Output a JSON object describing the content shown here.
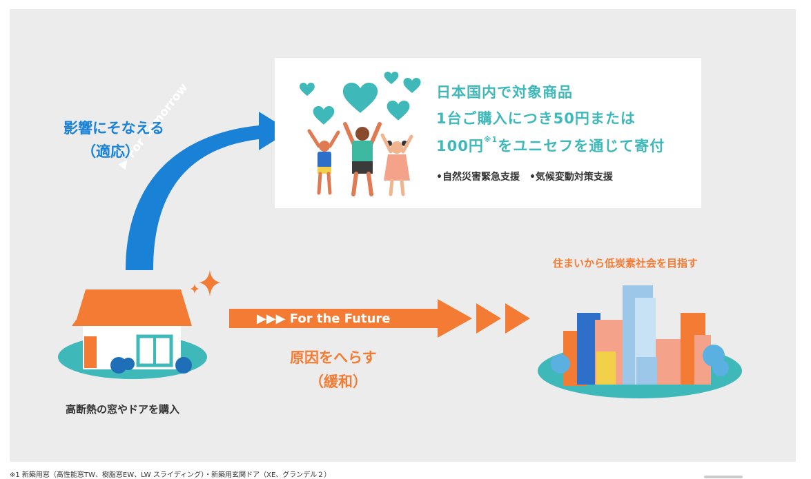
{
  "adaptation": {
    "line1": "影響にそなえる",
    "line2": "（適応）"
  },
  "tomorrow_label": "▶ For Tomorrow",
  "message": {
    "line1": "日本国内で対象商品",
    "line2": "1台ご購入につき50円または",
    "line3_pre": "100円",
    "line3_sup": "※1",
    "line3_post": "をユニセフを通じて寄付",
    "bullets": "•自然災害緊急支援　•気候変動対策支援"
  },
  "future_label": "▶▶▶ For the Future",
  "mitigation": {
    "line1": "原因をへらす",
    "line2": "（緩和）"
  },
  "purchase_label": "高断熱の窓やドアを購入",
  "city_label": "住まいから低炭素社会を目指す",
  "footnote": "※1 新築用窓（高性能窓TW、樹脂窓EW、LW スライディング）・新築用玄関ドア（XE、グランデル２）",
  "colors": {
    "teal": "#3fb8b9",
    "blue": "#1a82d6",
    "orange": "#f47b33",
    "panel": "#ececec"
  },
  "icons": [
    "heart-icon",
    "sparkle-icon",
    "house-illustration",
    "children-illustration",
    "city-illustration"
  ]
}
